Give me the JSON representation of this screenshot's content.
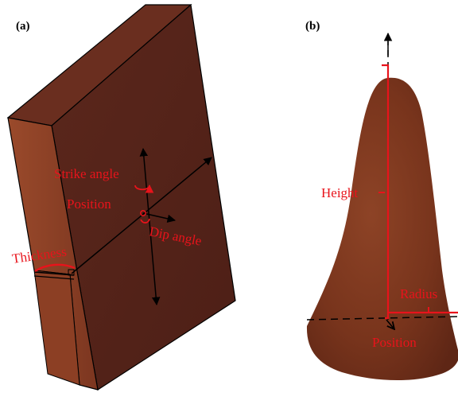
{
  "panel_a": {
    "label": "(a)",
    "annotations": {
      "strike_angle": "Strike angle",
      "position": "Position",
      "dip_angle": "Dip angle",
      "thickness": "Thickness"
    }
  },
  "panel_b": {
    "label": "(b)",
    "annotations": {
      "height": "Height",
      "radius": "Radius",
      "position": "Position"
    }
  },
  "colors": {
    "block_main": "#56241a",
    "block_side": "#8e4025",
    "cone_body": "#7d361e",
    "annotation_red": "#e8131b",
    "axis_black": "#000000"
  }
}
